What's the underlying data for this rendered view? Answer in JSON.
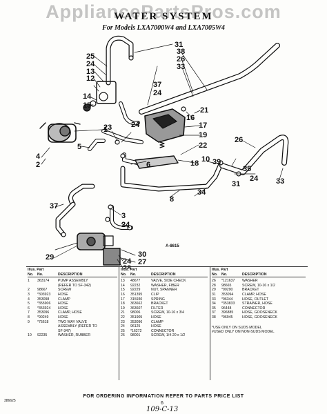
{
  "watermark": "AppliancePartsPros.com",
  "title": "WATER SYSTEM",
  "subtitle": "For Models LXA7000W4 and LXA7005W4",
  "figure_ref": "A-8615",
  "callouts": [
    "31",
    "25",
    "24",
    "13",
    "12",
    "14",
    "15",
    "1",
    "4",
    "5",
    "2",
    "23",
    "24",
    "6",
    "37",
    "24",
    "38",
    "26",
    "33",
    "16",
    "21",
    "17",
    "19",
    "22",
    "18",
    "8",
    "10",
    "31",
    "24",
    "33",
    "35",
    "26",
    "39",
    "34",
    "37",
    "3",
    "24",
    "24",
    "28",
    "30",
    "27",
    "29",
    "11"
  ],
  "table_headers": {
    "illus": "Illus. Part",
    "no": "No.",
    "no2": "No.",
    "description": "DESCRIPTION"
  },
  "parts_col1": [
    {
      "no": "1",
      "part": "363174",
      "desc": "PUMP ASSEMBLY"
    },
    {
      "no": "",
      "part": "",
      "desc": "(REFER TO SF-342)"
    },
    {
      "no": "2",
      "part": "98667",
      "desc": "SCREW"
    },
    {
      "no": "3",
      "part": "*303923",
      "desc": "HOSE"
    },
    {
      "no": "4",
      "part": "353098",
      "desc": "CLAMP"
    },
    {
      "no": "5",
      "part": "*355906",
      "desc": "HOSE"
    },
    {
      "no": "6",
      "part": "*353924",
      "desc": "HOSE"
    },
    {
      "no": "7",
      "part": "353096",
      "desc": "CLAMP, HOSE"
    },
    {
      "no": "8",
      "part": "*90249",
      "desc": "HOSE"
    },
    {
      "no": "9",
      "part": "*75618",
      "desc": "TWO WAY VALVE"
    },
    {
      "no": "",
      "part": "",
      "desc": "ASSEMBLY (REFER TO"
    },
    {
      "no": "",
      "part": "",
      "desc": "SF-347)"
    },
    {
      "no": "10",
      "part": "92235",
      "desc": "WASHER, RUBBER"
    }
  ],
  "parts_col2": [
    {
      "no": "13",
      "part": "48677",
      "desc": "VALVE, SIDE CHECK"
    },
    {
      "no": "14",
      "part": "92232",
      "desc": "WASHER, FIBER"
    },
    {
      "no": "15",
      "part": "92229",
      "desc": "NUT, SPANNER"
    },
    {
      "no": "16",
      "part": "351395",
      "desc": "CLIP"
    },
    {
      "no": "17",
      "part": "315930",
      "desc": "SPRING"
    },
    {
      "no": "18",
      "part": "363662",
      "desc": "BRACKET"
    },
    {
      "no": "19",
      "part": "363607",
      "desc": "FILTER"
    },
    {
      "no": "21",
      "part": "98006",
      "desc": "SCREW, 10-16 x 3/4"
    },
    {
      "no": "22",
      "part": "351905",
      "desc": "HOSE"
    },
    {
      "no": "23",
      "part": "353096",
      "desc": "CLAMP"
    },
    {
      "no": "24",
      "part": "96125",
      "desc": "HOSE"
    },
    {
      "no": "25",
      "part": "*16272",
      "desc": "CONNECTOR"
    },
    {
      "no": "26",
      "part": "98001",
      "desc": "SCREW, 1/4-20 x 1/2"
    }
  ],
  "parts_col3": [
    {
      "no": "26",
      "part": "*121637",
      "desc": "WASHER"
    },
    {
      "no": "28",
      "part": "98665",
      "desc": "SCREW, 10-16 x 1/2"
    },
    {
      "no": "29",
      "part": "*90290",
      "desc": "BRACKET"
    },
    {
      "no": "31",
      "part": "353094",
      "desc": "CLAMP, HOSE"
    },
    {
      "no": "33",
      "part": "*96344",
      "desc": "HOSE, OUTLET"
    },
    {
      "no": "34",
      "part": "*353833",
      "desc": "STRAINER, HOSE"
    },
    {
      "no": "35",
      "part": "96448",
      "desc": "CONNECTOR"
    },
    {
      "no": "37",
      "part": "396885",
      "desc": "HOSE, GOOSENECK"
    },
    {
      "no": "38",
      "part": "*96945",
      "desc": "HOSE, GOOSENECK"
    }
  ],
  "notes": [
    "*USE ONLY ON SUDS MODEL",
    "#USED ONLY ON NON-SUDS MODEL"
  ],
  "footer": "FOR ORDERING INFORMATION REFER TO PARTS PRICE LIST",
  "page_number": "6",
  "handwritten": "109-C-13",
  "side_code": "386625"
}
